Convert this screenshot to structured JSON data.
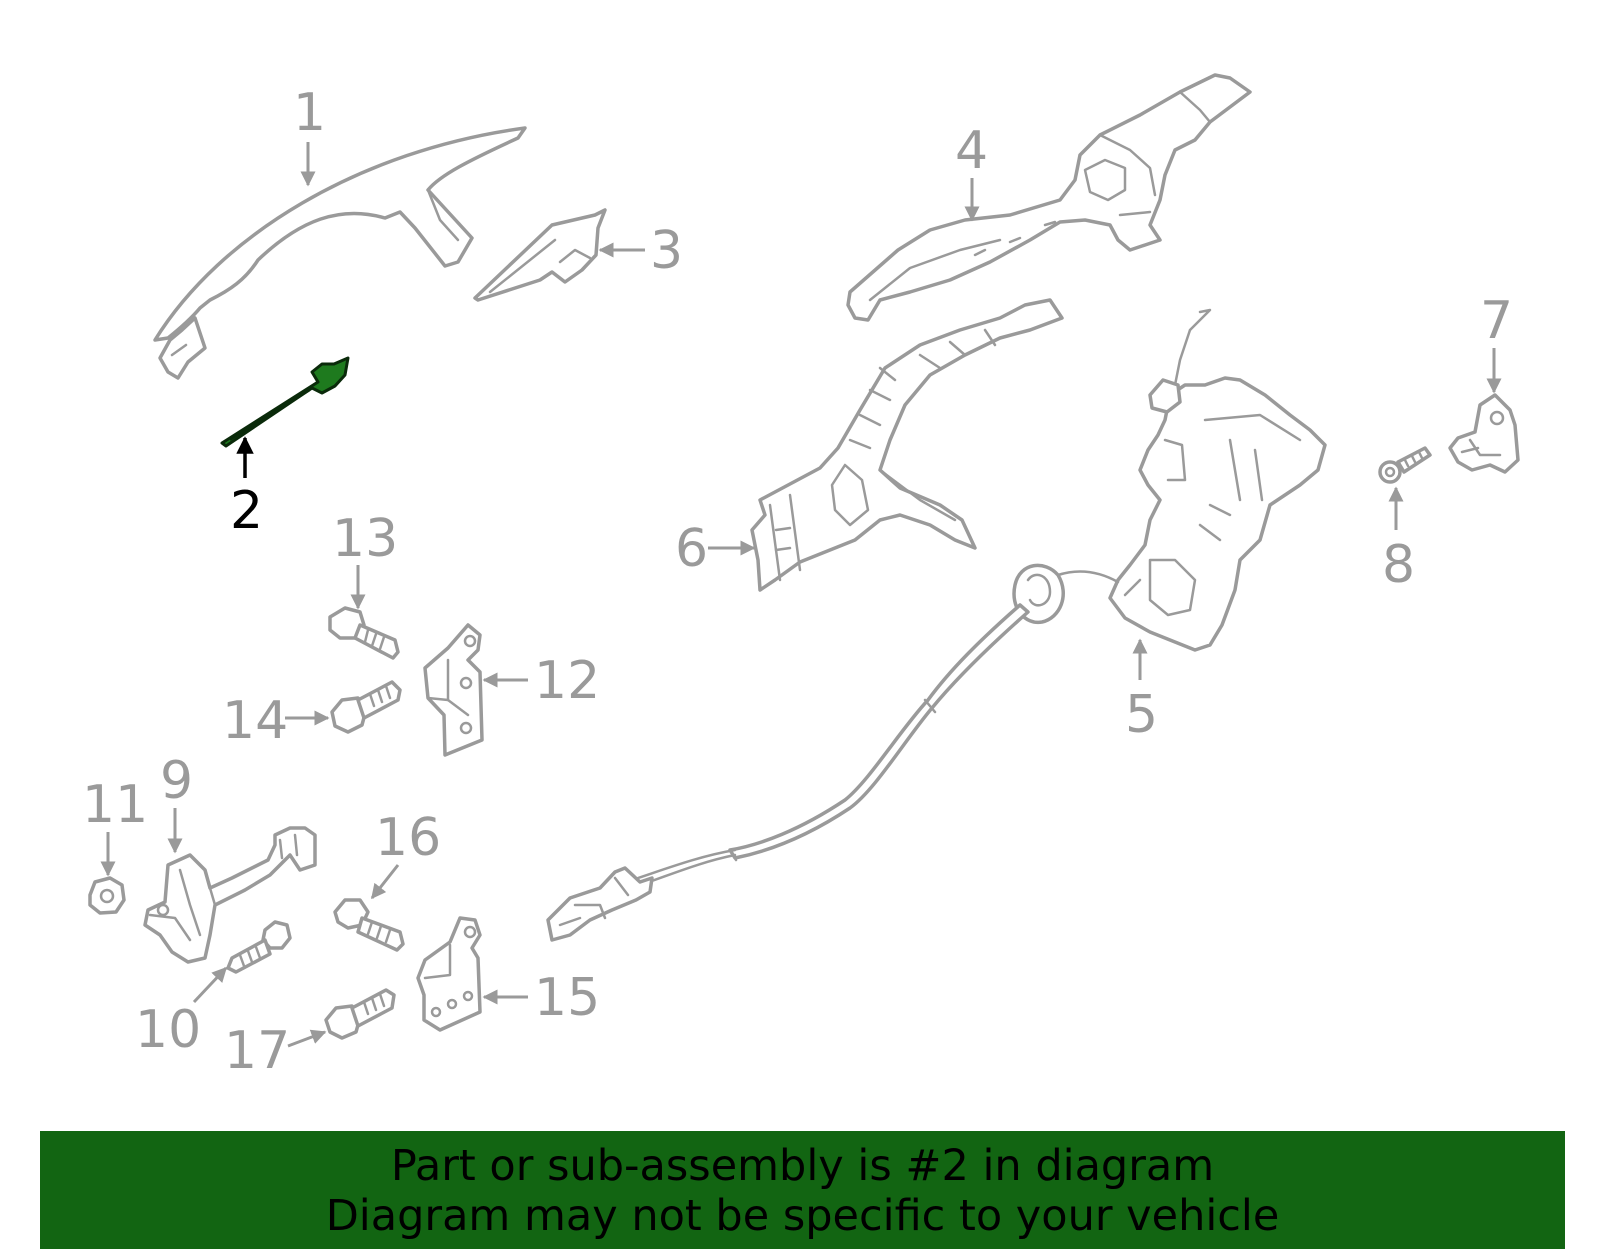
{
  "diagram": {
    "highlighted_part": "2",
    "highlight_color": "#1e7a1e",
    "line_color": "#9a9a9a",
    "callouts": [
      "1",
      "2",
      "3",
      "4",
      "5",
      "6",
      "7",
      "8",
      "9",
      "10",
      "11",
      "12",
      "13",
      "14",
      "15",
      "16",
      "17"
    ]
  },
  "banner": {
    "line1": "Part or sub-assembly is #2 in diagram",
    "line2": "Diagram may not be specific to your vehicle",
    "background_color": "#126512"
  }
}
